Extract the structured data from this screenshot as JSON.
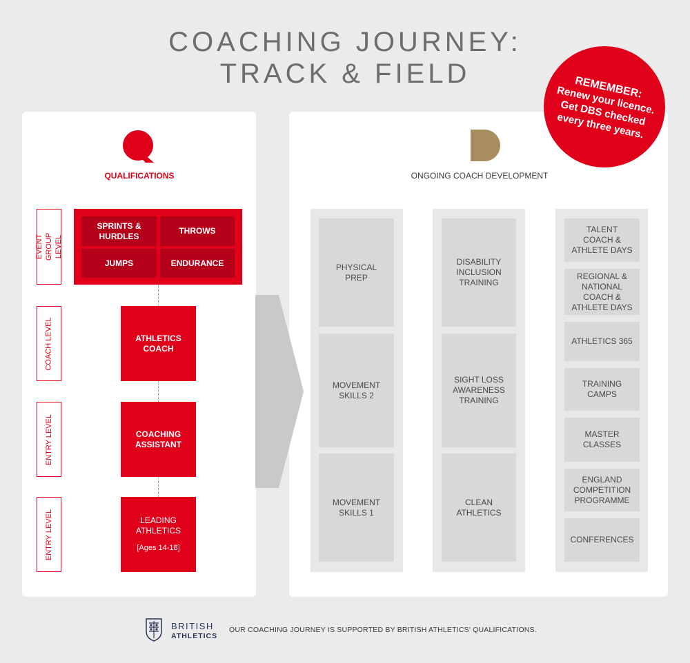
{
  "title": {
    "line1": "COACHING JOURNEY:",
    "line2": "TRACK & FIELD"
  },
  "remember": {
    "line1": "REMEMBER:",
    "line2": "Renew your licence.",
    "line3": "Get DBS checked",
    "line4": "every three years."
  },
  "qualifications": {
    "heading": "QUALIFICATIONS",
    "icon": "q-icon",
    "levels": {
      "event_group": "EVENT\nGROUP LEVEL",
      "coach": "COACH LEVEL",
      "entry1": "ENTRY LEVEL",
      "entry2": "ENTRY LEVEL"
    },
    "event_groups": [
      "SPRINTS &\nHURDLES",
      "THROWS",
      "JUMPS",
      "ENDURANCE"
    ],
    "athletics_coach": "ATHLETICS\nCOACH",
    "coaching_assistant": "COACHING\nASSISTANT",
    "leading_athletics": "LEADING\nATHLETICS",
    "leading_ages": "[Ages 14-18]"
  },
  "development": {
    "heading": "ONGOING COACH DEVELOPMENT",
    "icon": "d-icon",
    "col1": [
      "PHYSICAL\nPREP",
      "MOVEMENT\nSKILLS 2",
      "MOVEMENT\nSKILLS 1"
    ],
    "col2": [
      "DISABILITY\nINCLUSION\nTRAINING",
      "SIGHT LOSS\nAWARENESS\nTRAINING",
      "CLEAN\nATHLETICS"
    ],
    "col3": [
      "TALENT\nCOACH &\nATHLETE DAYS",
      "REGIONAL &\nNATIONAL\nCOACH &\nATHLETE DAYS",
      "ATHLETICS 365",
      "TRAINING\nCAMPS",
      "MASTER\nCLASSES",
      "ENGLAND\nCOMPETITION\nPROGRAMME",
      "CONFERENCES"
    ]
  },
  "footer": {
    "brand_line1": "BRITISH",
    "brand_line2": "ATHLETICS",
    "logo_icon": "british-athletics-crest-icon",
    "text": "OUR COACHING JOURNEY IS SUPPORTED BY BRITISH ATHLETICS' QUALIFICATIONS."
  },
  "colors": {
    "red": "#e1001a",
    "dark_red": "#b5001a",
    "gold": "#a88d5e",
    "background": "#ebebeb",
    "tile": "#d8d8d8"
  }
}
